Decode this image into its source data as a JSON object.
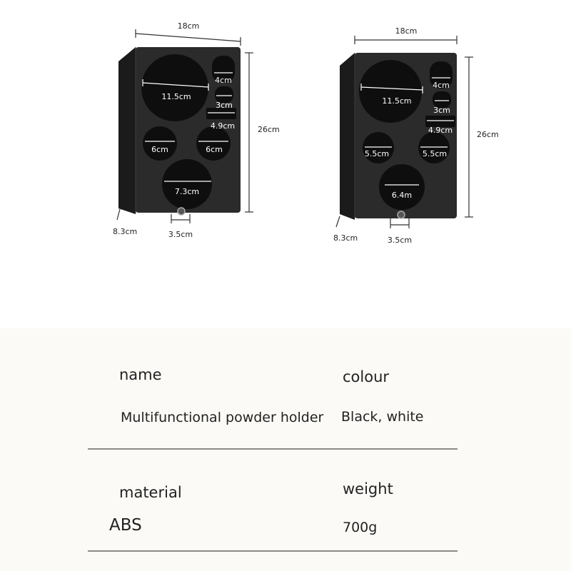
{
  "left_holder": {
    "width_label": "18cm",
    "height_label": "26cm",
    "depth_label": "8.3cm",
    "hook_label": "3.5cm",
    "holes": {
      "large": "11.5cm",
      "small_top": "4cm",
      "small_mid": "3cm",
      "slot": "4.9cm",
      "left": "6cm",
      "right": "6cm",
      "bottom": "7.3cm"
    }
  },
  "right_holder": {
    "width_label": "18cm",
    "height_label": "26cm",
    "depth_label": "8.3cm",
    "hook_label": "3.5cm",
    "holes": {
      "large": "11.5cm",
      "small_top": "4cm",
      "small_mid": "3cm",
      "slot": "4.9cm",
      "left": "5.5cm",
      "right": "5.5cm",
      "bottom": "6.4m"
    }
  },
  "specs": {
    "name_label": "name",
    "name_value": "Multifunctional powder holder",
    "colour_label": "colour",
    "colour_value": "Black, white",
    "material_label": "material",
    "material_value": "ABS",
    "weight_label": "weight",
    "weight_value": "700g"
  },
  "colors": {
    "body": "#2b2b2b",
    "hole": "#0e0e0e",
    "dimension_line": "#333333",
    "label_white": "#ffffff",
    "spec_background": "#fbfaf6",
    "rule": "#8a8a8a"
  }
}
